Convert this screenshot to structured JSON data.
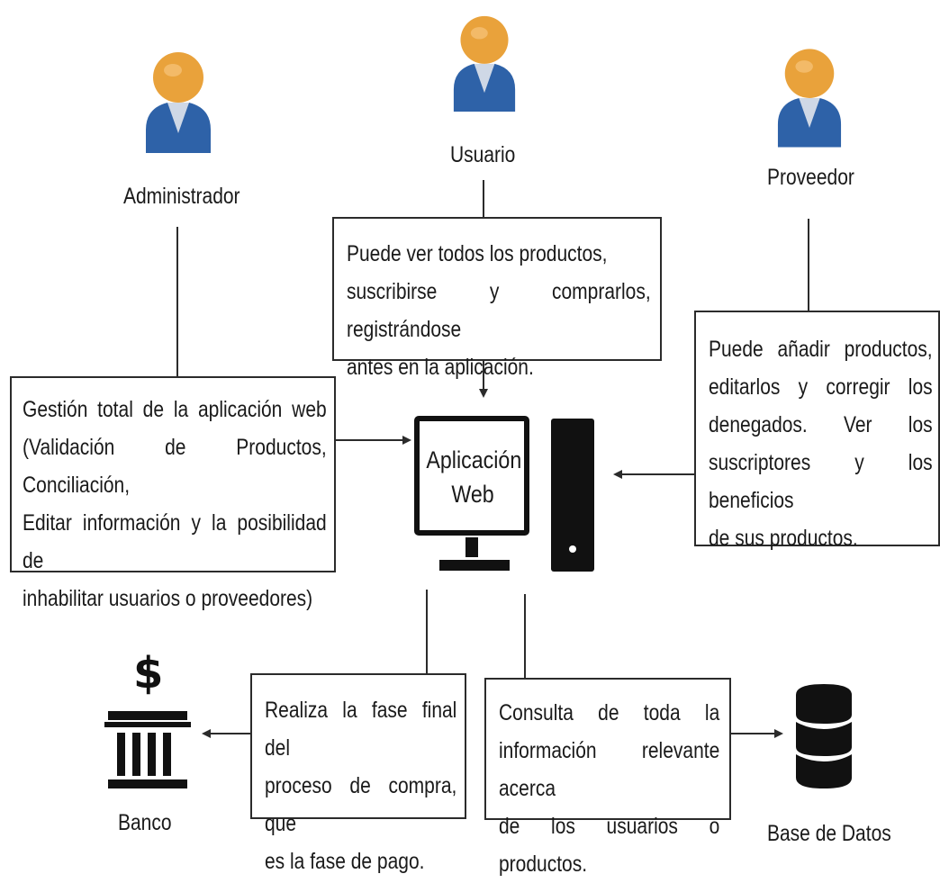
{
  "actors": {
    "administrador": {
      "label": "Administrador",
      "icon": "user-icon"
    },
    "usuario": {
      "label": "Usuario",
      "icon": "user-icon"
    },
    "proveedor": {
      "label": "Proveedor",
      "icon": "user-icon"
    }
  },
  "boxes": {
    "usuario": {
      "lines": [
        "Puede ver todos los productos,",
        "suscribirse y comprarlos, registrándose",
        "antes en la aplicación."
      ]
    },
    "administrador": {
      "lines": [
        "Gestión total de la aplicación web",
        "(Validación de Productos, Conciliación,",
        "Editar información y la posibilidad de",
        "inhabilitar usuarios o proveedores)"
      ]
    },
    "proveedor": {
      "lines": [
        "Puede añadir productos,",
        "editarlos y corregir los",
        "denegados. Ver los",
        "suscriptores y los beneficios",
        "de sus productos."
      ]
    },
    "banco": {
      "lines": [
        "Realiza la fase final del",
        "proceso de compra, que",
        "es la fase de pago."
      ]
    },
    "base_datos": {
      "lines": [
        "Consulta de toda la",
        "información relevante acerca",
        "de los usuarios o productos."
      ]
    }
  },
  "app": {
    "lines": [
      "Aplicación",
      "Web"
    ],
    "icon": "computer-icon"
  },
  "banco": {
    "label": "Banco",
    "icon": "bank-icon",
    "symbol": "$"
  },
  "base_datos": {
    "label": "Base de Datos",
    "icon": "database-icon"
  },
  "colors": {
    "user_head": "#e9a23b",
    "user_body": "#2e62a8",
    "line": "#2b2b2b",
    "dark": "#111111"
  }
}
